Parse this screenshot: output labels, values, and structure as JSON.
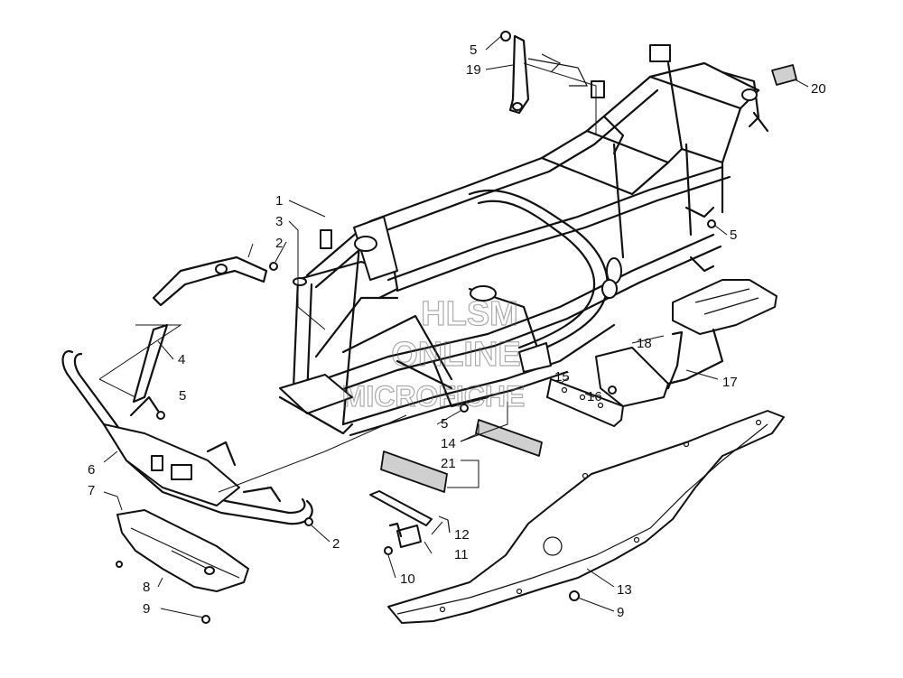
{
  "watermark": {
    "line1": "HLSM",
    "line2": "ONLINE",
    "line3": "MICROFICHE"
  },
  "callouts": [
    {
      "id": "c-5-top",
      "text": "5"
    },
    {
      "id": "c-19",
      "text": "19"
    },
    {
      "id": "c-20",
      "text": "20"
    },
    {
      "id": "c-1",
      "text": "1"
    },
    {
      "id": "c-3",
      "text": "3"
    },
    {
      "id": "c-2-upper",
      "text": "2"
    },
    {
      "id": "c-5-right",
      "text": "5"
    },
    {
      "id": "c-4",
      "text": "4"
    },
    {
      "id": "c-18",
      "text": "18"
    },
    {
      "id": "c-17",
      "text": "17"
    },
    {
      "id": "c-15",
      "text": "15"
    },
    {
      "id": "c-16",
      "text": "16"
    },
    {
      "id": "c-5-left",
      "text": "5"
    },
    {
      "id": "c-5-mid",
      "text": "5"
    },
    {
      "id": "c-14",
      "text": "14"
    },
    {
      "id": "c-21",
      "text": "21"
    },
    {
      "id": "c-6",
      "text": "6"
    },
    {
      "id": "c-7",
      "text": "7"
    },
    {
      "id": "c-2-lower",
      "text": "2"
    },
    {
      "id": "c-12",
      "text": "12"
    },
    {
      "id": "c-11",
      "text": "11"
    },
    {
      "id": "c-10",
      "text": "10"
    },
    {
      "id": "c-8",
      "text": "8"
    },
    {
      "id": "c-9-left",
      "text": "9"
    },
    {
      "id": "c-13",
      "text": "13"
    },
    {
      "id": "c-9-right",
      "text": "9"
    }
  ]
}
